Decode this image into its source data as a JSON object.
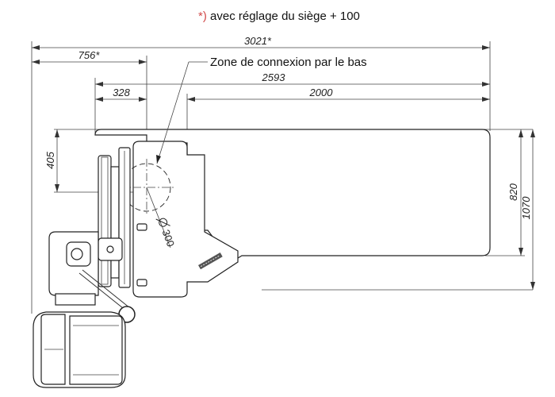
{
  "note": {
    "asterisk": "*",
    "close_paren": ")",
    "text": " avec réglage du siège + 100",
    "asterisk_color": "#d24b4b"
  },
  "callout": {
    "label": "Zone de connexion par le bas"
  },
  "dimensions": {
    "overall_length": "3021*",
    "seat_offset": "756*",
    "length_2593": "2593",
    "offset_328": "328",
    "length_2000": "2000",
    "depth_405": "405",
    "width_820": "820",
    "width_1070": "1070",
    "diameter": "300"
  },
  "icons": {
    "diameter_symbol": "diameter-icon"
  }
}
